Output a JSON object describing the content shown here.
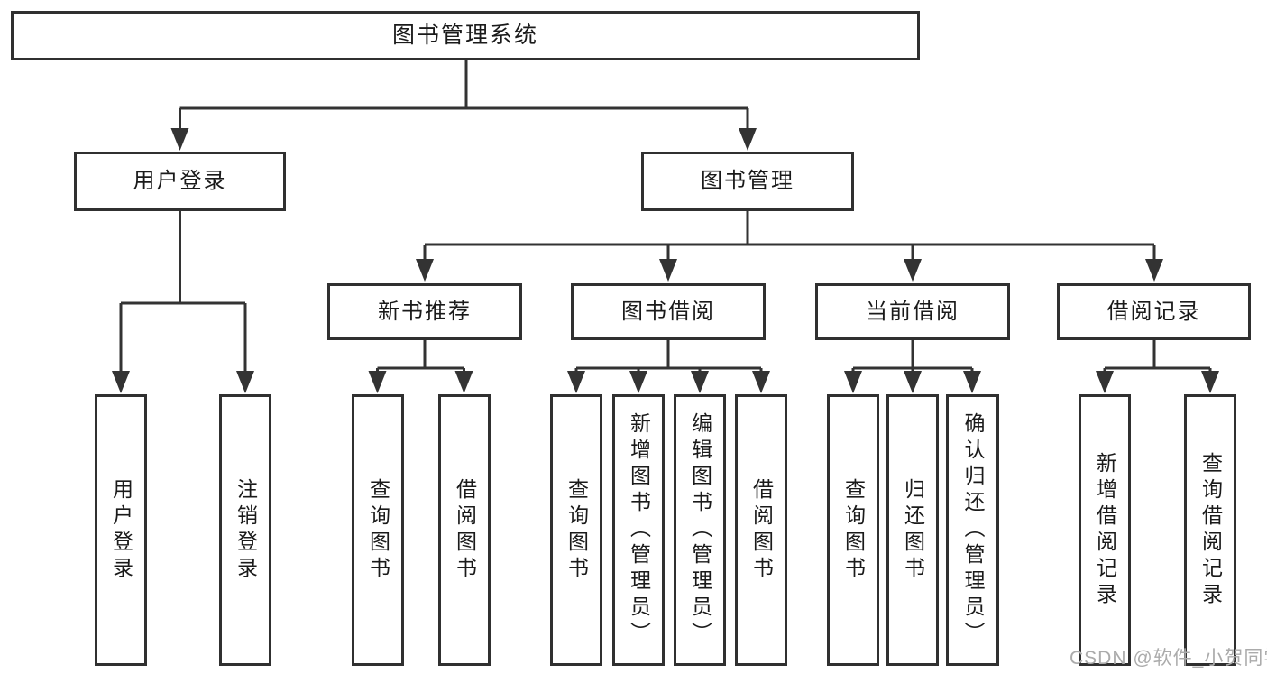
{
  "diagram": {
    "root": "图书管理系统",
    "user_login": {
      "label": "用户登录",
      "children": [
        "用户登录",
        "注销登录"
      ]
    },
    "book_management": {
      "label": "图书管理",
      "groups": [
        {
          "label": "新书推荐",
          "children": [
            "查询图书",
            "借阅图书"
          ]
        },
        {
          "label": "图书借阅",
          "children": [
            "查询图书",
            "新增图书（管理员）",
            "编辑图书（管理员）",
            "借阅图书"
          ]
        },
        {
          "label": "当前借阅",
          "children": [
            "查询图书",
            "归还图书",
            "确认归还（管理员）"
          ]
        },
        {
          "label": "借阅记录",
          "children": [
            "新增借阅记录",
            "查询借阅记录"
          ]
        }
      ]
    }
  },
  "watermark": "CSDN @软件_小贺同学",
  "colors": {
    "line": "#333333",
    "box_border": "#303030",
    "text": "#1a1a1a",
    "watermark": "#ababab"
  }
}
